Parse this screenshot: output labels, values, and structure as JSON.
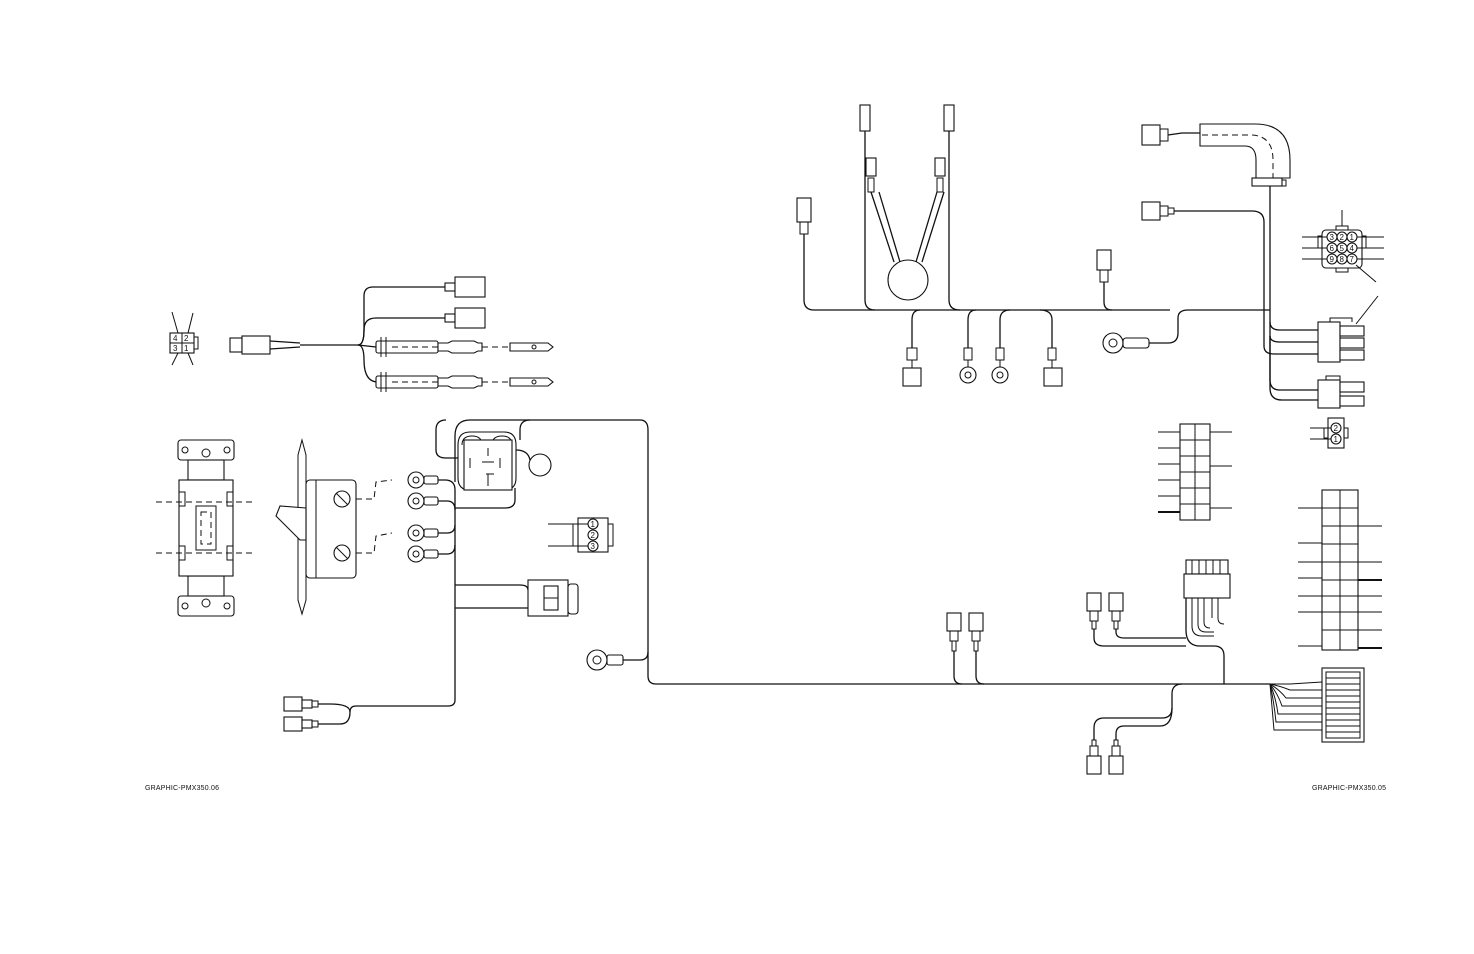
{
  "captions": {
    "left": "GRAPHIC-PMX350.06",
    "right": "GRAPHIC-PMX350.05"
  },
  "connector_pins": {
    "small_plug": [
      "4",
      "2",
      "3",
      "1"
    ],
    "three_pin": [
      "1",
      "2",
      "3"
    ],
    "two_pin": [
      "2",
      "1"
    ],
    "nine_pin": [
      "3",
      "2",
      "1",
      "6",
      "5",
      "4",
      "9",
      "8",
      "7"
    ]
  },
  "colors": {
    "line": "#111111",
    "background": "#ffffff"
  }
}
